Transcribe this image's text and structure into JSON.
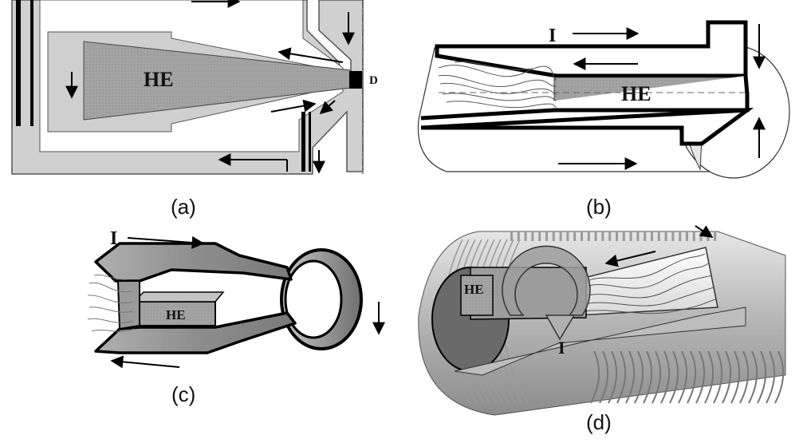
{
  "panels": {
    "a": {
      "label": "(a)",
      "he": "HE",
      "marker": "D"
    },
    "b": {
      "label": "(b)",
      "he": "HE",
      "current": "I"
    },
    "c": {
      "label": "(c)",
      "he": "HE",
      "current": "I"
    },
    "d": {
      "label": "(d)",
      "he": "HE",
      "current": "I"
    }
  },
  "colors": {
    "metal_light": "#d2d2d2",
    "metal_mid": "#a9a9a9",
    "metal_dark": "#6e6e6e",
    "he_fill": "#a3a3a3",
    "outline": "#000000"
  }
}
